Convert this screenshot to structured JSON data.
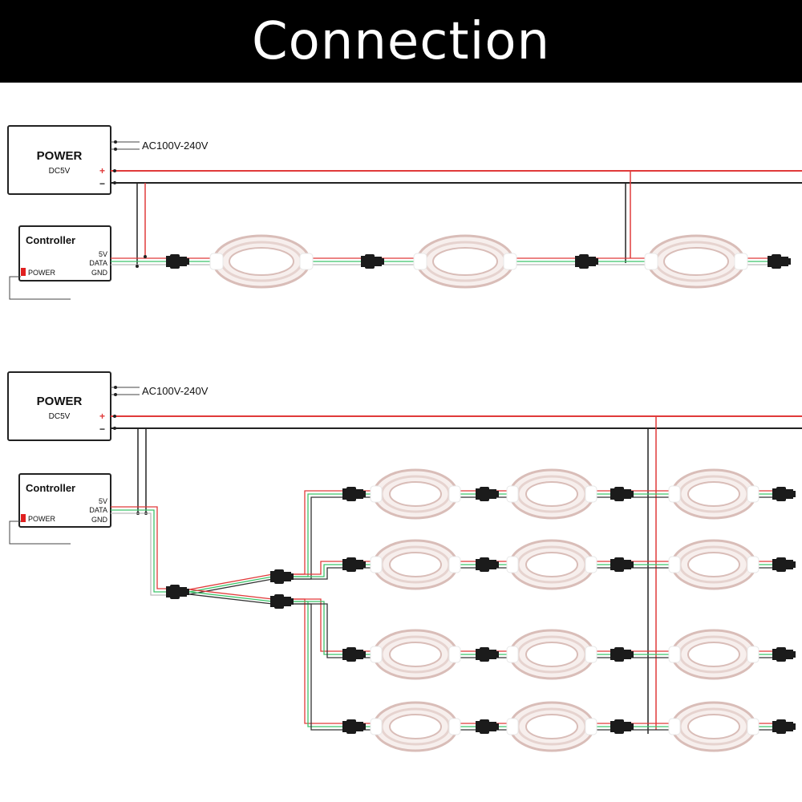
{
  "header": {
    "title": "Connection"
  },
  "colors": {
    "positive": "#e03a3a",
    "negative": "#222222",
    "data": "#3cc46a",
    "controller_power": "#e02020",
    "connector": "#1b1b1b",
    "coil": "#d9bdb8"
  },
  "diagrams": [
    {
      "power_box": {
        "title": "POWER",
        "subtitle": "DC5V",
        "input_label": "AC100V-240V",
        "plus": "+",
        "minus": "−"
      },
      "controller": {
        "title": "Controller",
        "pin_5v": "5V",
        "pin_data": "DATA",
        "pin_gnd": "GND",
        "power_label": "POWER"
      },
      "strings_per_row": 3,
      "rows": 1
    },
    {
      "power_box": {
        "title": "POWER",
        "subtitle": "DC5V",
        "input_label": "AC100V-240V",
        "plus": "+",
        "minus": "−"
      },
      "controller": {
        "title": "Controller",
        "pin_5v": "5V",
        "pin_data": "DATA",
        "pin_gnd": "GND",
        "power_label": "POWER"
      },
      "strings_per_row": 3,
      "rows": 4
    }
  ]
}
